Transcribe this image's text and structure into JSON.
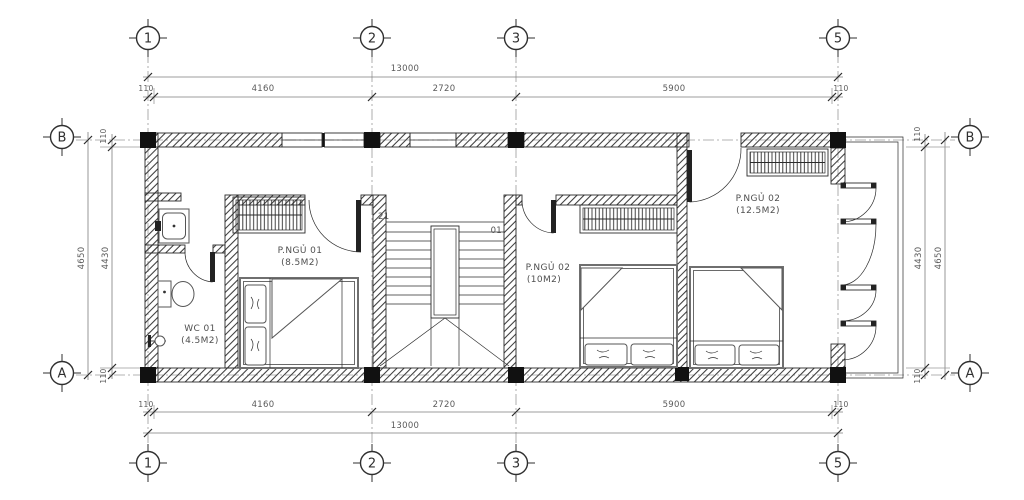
{
  "drawing": {
    "type": "architectural-floor-plan",
    "colors": {
      "paper": "#ffffff",
      "ink": "#2b2b2b",
      "annotation": "#5a5a5a",
      "column_fill": "#111111"
    }
  },
  "grid": {
    "top_columns": [
      "1",
      "2",
      "3",
      "5"
    ],
    "bottom_columns": [
      "1",
      "2",
      "3",
      "5"
    ],
    "left_rows": [
      "B",
      "A"
    ],
    "right_rows": [
      "B",
      "A"
    ]
  },
  "dimensions": {
    "top": {
      "total": "13000",
      "segments": [
        "110",
        "4160",
        "2720",
        "5900",
        "110"
      ]
    },
    "bottom": {
      "total": "13000",
      "segments": [
        "110",
        "4160",
        "2720",
        "5900",
        "110"
      ]
    },
    "left": {
      "overall": "4650",
      "inner": "4430",
      "edge_top": "110",
      "edge_bottom": "110"
    },
    "right": {
      "overall": "4650",
      "inner": "4430",
      "edge_top": "110",
      "edge_bottom": "110"
    }
  },
  "rooms": {
    "bedroom1": {
      "name": "P.NGỦ 01",
      "area": "(8.5M2)"
    },
    "wc": {
      "name": "WC 01",
      "area": "(4.5M2)"
    },
    "bedroom2": {
      "name": "P.NGỦ 02",
      "area": "(10M2)"
    },
    "bedroom3": {
      "name": "P.NGỦ 02",
      "area": "(12.5M2)"
    }
  },
  "stairs": {
    "top_step_label": "21",
    "bottom_step_label": "01"
  }
}
